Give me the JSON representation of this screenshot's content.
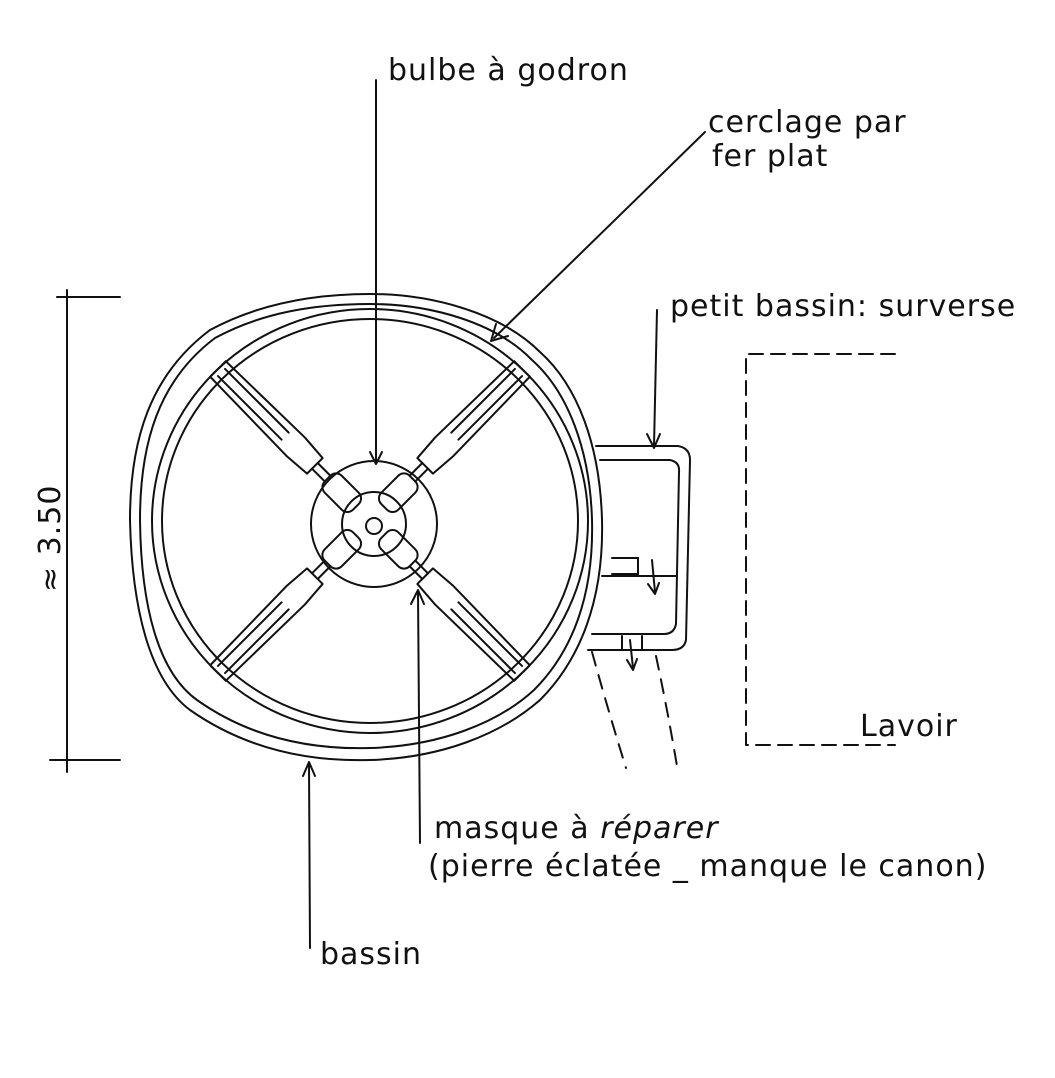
{
  "labels": {
    "bulbe": "bulbe à godron",
    "cerclage_line1": "cerclage par",
    "cerclage_line2": "fer plat",
    "petit_bassin": "petit bassin: surverse",
    "lavoir": "Lavoir",
    "masque_prefix": "masque à ",
    "masque_word": "réparer",
    "masque_note": "(pierre éclatée _ manque le canon)",
    "bassin": "bassin",
    "dimension": "≈ 3.50"
  },
  "colors": {
    "ink": "#111111",
    "paper": "#ffffff"
  }
}
